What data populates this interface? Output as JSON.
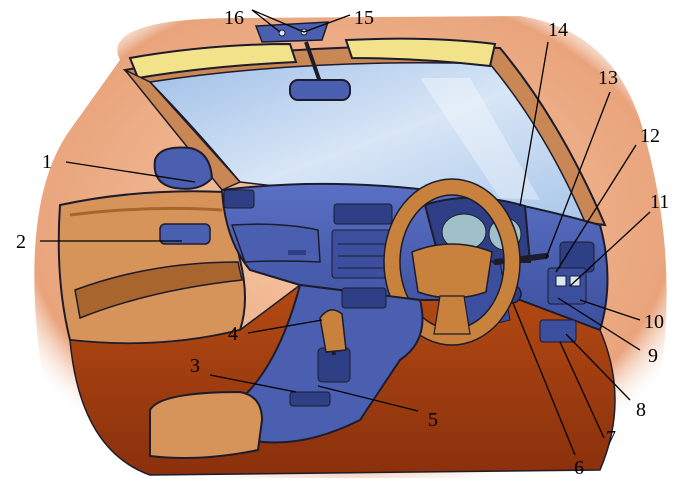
{
  "figure": {
    "colors": {
      "carpet": "#9e3a10",
      "carpet_light": "#c85a1a",
      "dashboard": "#4a5fb0",
      "dashboard_dark": "#2e3f86",
      "leather": "#d6935a",
      "leather_dark": "#a8652e",
      "windshield": "#bcd2ee",
      "sunvisor": "#f2e28a",
      "wheel": "#c9813e",
      "halo": "#e8a27a",
      "outline": "#1c1c2c"
    },
    "callouts": [
      {
        "id": "callout-1",
        "label": "1"
      },
      {
        "id": "callout-2",
        "label": "2"
      },
      {
        "id": "callout-3",
        "label": "3"
      },
      {
        "id": "callout-4",
        "label": "4"
      },
      {
        "id": "callout-5",
        "label": "5"
      },
      {
        "id": "callout-6",
        "label": "6"
      },
      {
        "id": "callout-7",
        "label": "7"
      },
      {
        "id": "callout-8",
        "label": "8"
      },
      {
        "id": "callout-9",
        "label": "9"
      },
      {
        "id": "callout-10",
        "label": "10"
      },
      {
        "id": "callout-11",
        "label": "11"
      },
      {
        "id": "callout-12",
        "label": "12"
      },
      {
        "id": "callout-13",
        "label": "13"
      },
      {
        "id": "callout-14",
        "label": "14"
      },
      {
        "id": "callout-15",
        "label": "15"
      },
      {
        "id": "callout-16",
        "label": "16"
      }
    ]
  }
}
